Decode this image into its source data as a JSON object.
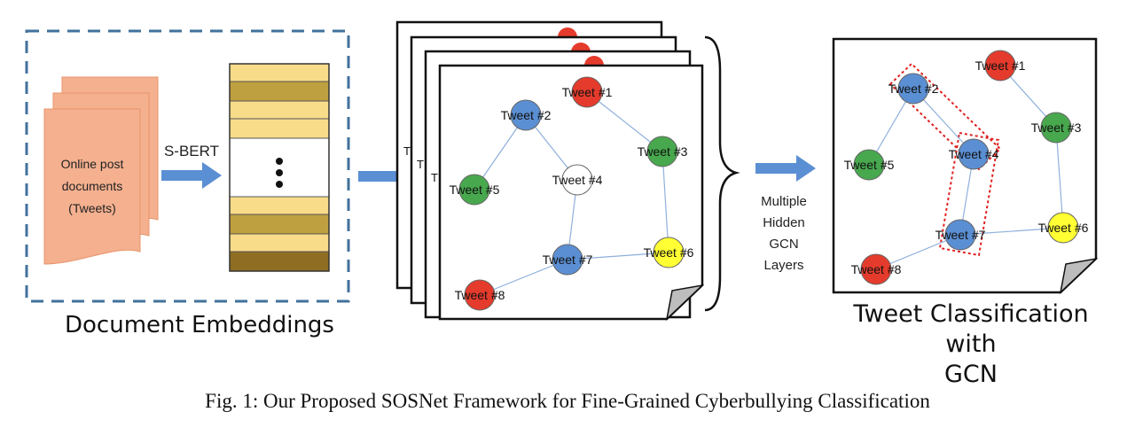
{
  "doc_stack": {
    "text_lines": [
      "Online post",
      "documents",
      "(Tweets)"
    ],
    "fill": "#f4b08f"
  },
  "arrow_label": "S-BERT",
  "embedding_colors": [
    "#f9dc8a",
    "#bfa040",
    "#f9dc8a",
    "#f9dc8a",
    "#ffffff",
    "#f9dc8a",
    "#bfa040",
    "#f9dc8a",
    "#8f6e23"
  ],
  "section_labels": {
    "doc_embeddings": "Document Embeddings",
    "classification_line1": "Tweet Classification with",
    "classification_line2": "GCN"
  },
  "hidden_layers_label": [
    "Multiple",
    "Hidden",
    "GCN",
    "Layers"
  ],
  "back_page_labels": [
    "T",
    "T",
    "T"
  ],
  "node_colors": {
    "red": "#e53b2c",
    "blue": "#5b8fd3",
    "green": "#48a84e",
    "yellow": "#ffff33",
    "white": "#ffffff"
  },
  "graph_nodes": [
    {
      "id": "t1",
      "label": "Tweet #1",
      "color": "red"
    },
    {
      "id": "t2",
      "label": "Tweet #2",
      "color": "blue"
    },
    {
      "id": "t3",
      "label": "Tweet #3",
      "color": "green"
    },
    {
      "id": "t4",
      "label": "Tweet #4",
      "color": "white"
    },
    {
      "id": "t5",
      "label": "Tweet #5",
      "color": "green"
    },
    {
      "id": "t6",
      "label": "Tweet #6",
      "color": "yellow"
    },
    {
      "id": "t7",
      "label": "Tweet #7",
      "color": "blue"
    },
    {
      "id": "t8",
      "label": "Tweet #8",
      "color": "red"
    }
  ],
  "graph_edges": [
    [
      "t1",
      "t3"
    ],
    [
      "t3",
      "t6"
    ],
    [
      "t2",
      "t5"
    ],
    [
      "t2",
      "t4"
    ],
    [
      "t4",
      "t7"
    ],
    [
      "t7",
      "t6"
    ],
    [
      "t7",
      "t8"
    ]
  ],
  "classified_node_colors": {
    "t1": "red",
    "t2": "blue",
    "t3": "green",
    "t4": "blue",
    "t5": "green",
    "t6": "yellow",
    "t7": "blue",
    "t8": "red"
  },
  "classified_edges": [
    [
      "t1",
      "t3"
    ],
    [
      "t3",
      "t6"
    ],
    [
      "t2",
      "t5"
    ],
    [
      "t2",
      "t4"
    ],
    [
      "t4",
      "t7"
    ],
    [
      "t7",
      "t6"
    ],
    [
      "t7",
      "t8"
    ]
  ],
  "figure_caption": "Fig. 1: Our Proposed SOSNet Framework for Fine-Grained Cyberbullying Classification"
}
